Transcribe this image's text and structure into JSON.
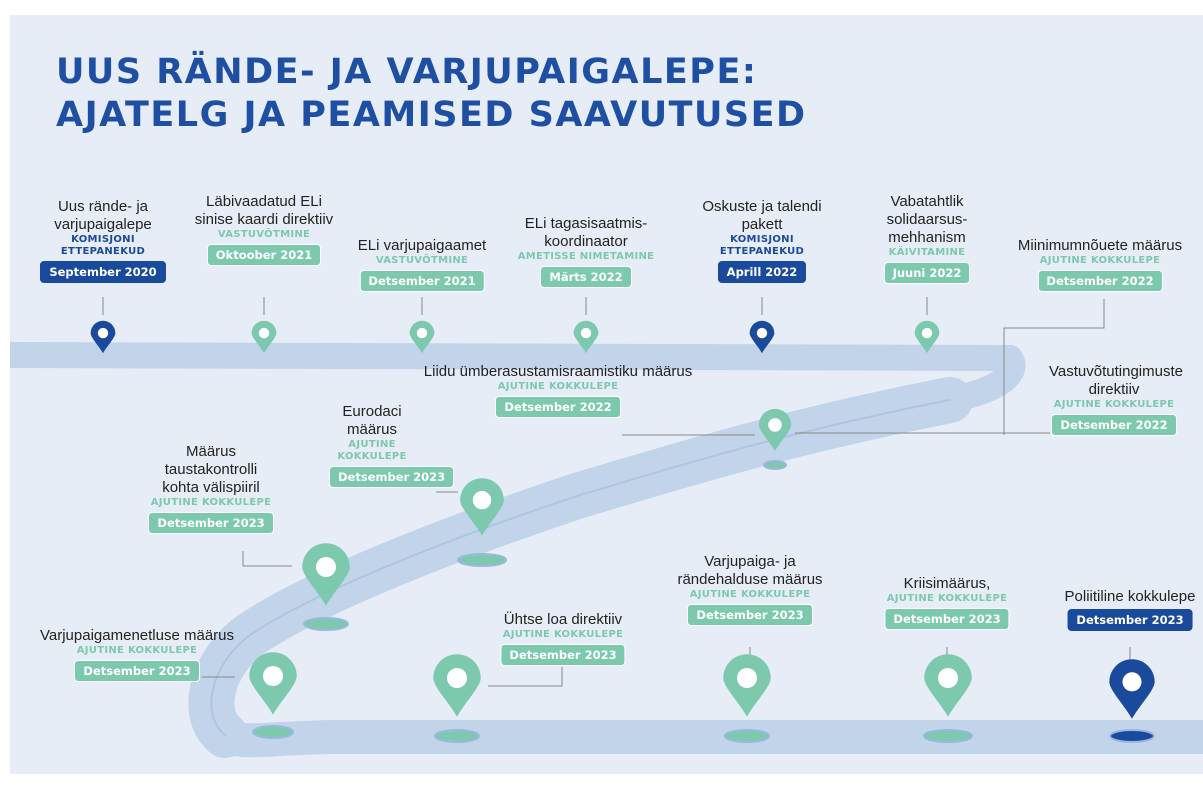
{
  "title": {
    "line1": "UUS RÄNDE- JA VARJUPAIGALEPE:",
    "line2": "AJATELG JA PEAMISED SAAVUTUSED"
  },
  "colors": {
    "navy": "#1a4a9b",
    "green": "#7cc9ad",
    "road": "#c2d4ea",
    "background": "#e7edf6",
    "title": "#1e4fa3"
  },
  "events": [
    {
      "label": "Uus rände- ja varjupaigalepe",
      "status": "KOMISJONI ETTEPANEKUD",
      "date": "September 2020",
      "marker": "navy"
    },
    {
      "label": "Läbivaadatud ELi sinise kaardi direktiiv",
      "status": "VASTUVÕTMINE",
      "date": "Oktoober 2021",
      "marker": "green"
    },
    {
      "label": "ELi varjupaigaamet",
      "status": "VASTUVÕTMINE",
      "date": "Detsember 2021",
      "marker": "green"
    },
    {
      "label": "ELi tagasisaatmis-koordinaator",
      "status": "AMETISSE NIMETAMINE",
      "date": "Märts 2022",
      "marker": "green"
    },
    {
      "label": "Oskuste ja talendi pakett",
      "status": "KOMISJONI ETTEPANEKUD",
      "date": "Aprill 2022",
      "marker": "navy"
    },
    {
      "label": "Vabatahtlik solidaarsus-mehhanism",
      "status": "KÄIVITAMINE",
      "date": "Juuni 2022",
      "marker": "green"
    },
    {
      "label": "Miinimumnõuete määrus",
      "status": "AJUTINE KOKKULEPE",
      "date": "Detsember 2022",
      "marker": "none"
    },
    {
      "label": "Liidu ümberasustamisraamistiku määrus",
      "status": "AJUTINE KOKKULEPE",
      "date": "Detsember 2022",
      "marker": "green"
    },
    {
      "label": "Vastuvõtutingimuste direktiiv",
      "status": "AJUTINE KOKKULEPE",
      "date": "Detsember 2022",
      "marker": "none"
    },
    {
      "label": "Eurodaci määrus",
      "status": "AJUTINE KOKKULEPE",
      "date": "Detsember 2023",
      "marker": "green"
    },
    {
      "label": "Määrus taustakontrolli kohta välispiiril",
      "status": "AJUTINE KOKKULEPE",
      "date": "Detsember 2023",
      "marker": "green"
    },
    {
      "label": "Varjupaigamenetluse määrus",
      "status": "AJUTINE KOKKULEPE",
      "date": "Detsember 2023",
      "marker": "green"
    },
    {
      "label": "Ühtse loa direktiiv",
      "status": "AJUTINE KOKKULEPE",
      "date": "Detsember 2023",
      "marker": "green"
    },
    {
      "label": "Varjupaiga- ja rändehalduse määrus",
      "status": "AJUTINE KOKKULEPE",
      "date": "Detsember 2023",
      "marker": "green"
    },
    {
      "label": "Kriisimäärus,",
      "status": "AJUTINE KOKKULEPE",
      "date": "Detsember 2023",
      "marker": "green"
    },
    {
      "label": "Poliitiline kokkulepe",
      "status": "",
      "date": "Detsember 2023",
      "marker": "navy"
    }
  ]
}
